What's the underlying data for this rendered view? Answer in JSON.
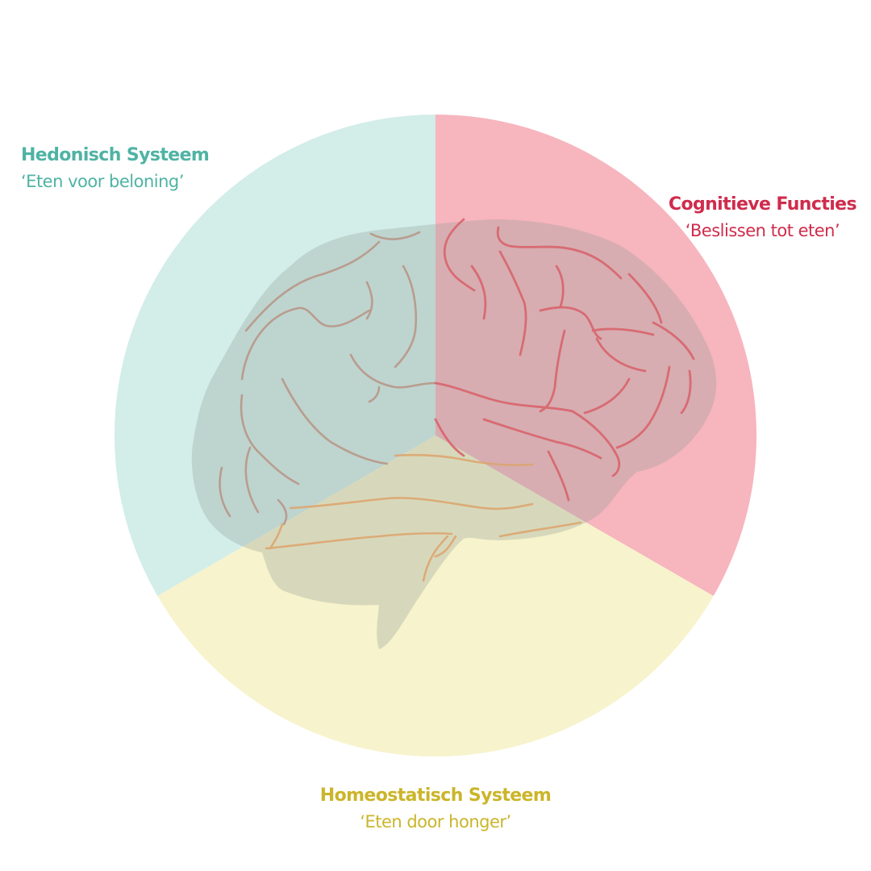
{
  "segments": [
    {
      "id": "hedonic",
      "title": "Hedonisch Systeem",
      "subtitle": "‘Eten voor beloning’",
      "fill": "#d3ede9",
      "text_color": "#4fb3a4"
    },
    {
      "id": "cognitive",
      "title": "Cognitieve Functies",
      "subtitle": "‘Beslissen tot eten’",
      "fill": "#f7b5be",
      "text_color": "#cf2c4c"
    },
    {
      "id": "homeostatic",
      "title": "Homeostatisch Systeem",
      "subtitle": "‘Eten door honger’",
      "fill": "#f7f3cc",
      "text_color": "#cbb52a"
    }
  ],
  "brain": {
    "icon": "brain-icon",
    "overlay_color": "#8e9a96",
    "left_fold_color": "#b79484",
    "right_fold_color": "#d9646d",
    "bottom_fold_color": "#dda46c"
  }
}
